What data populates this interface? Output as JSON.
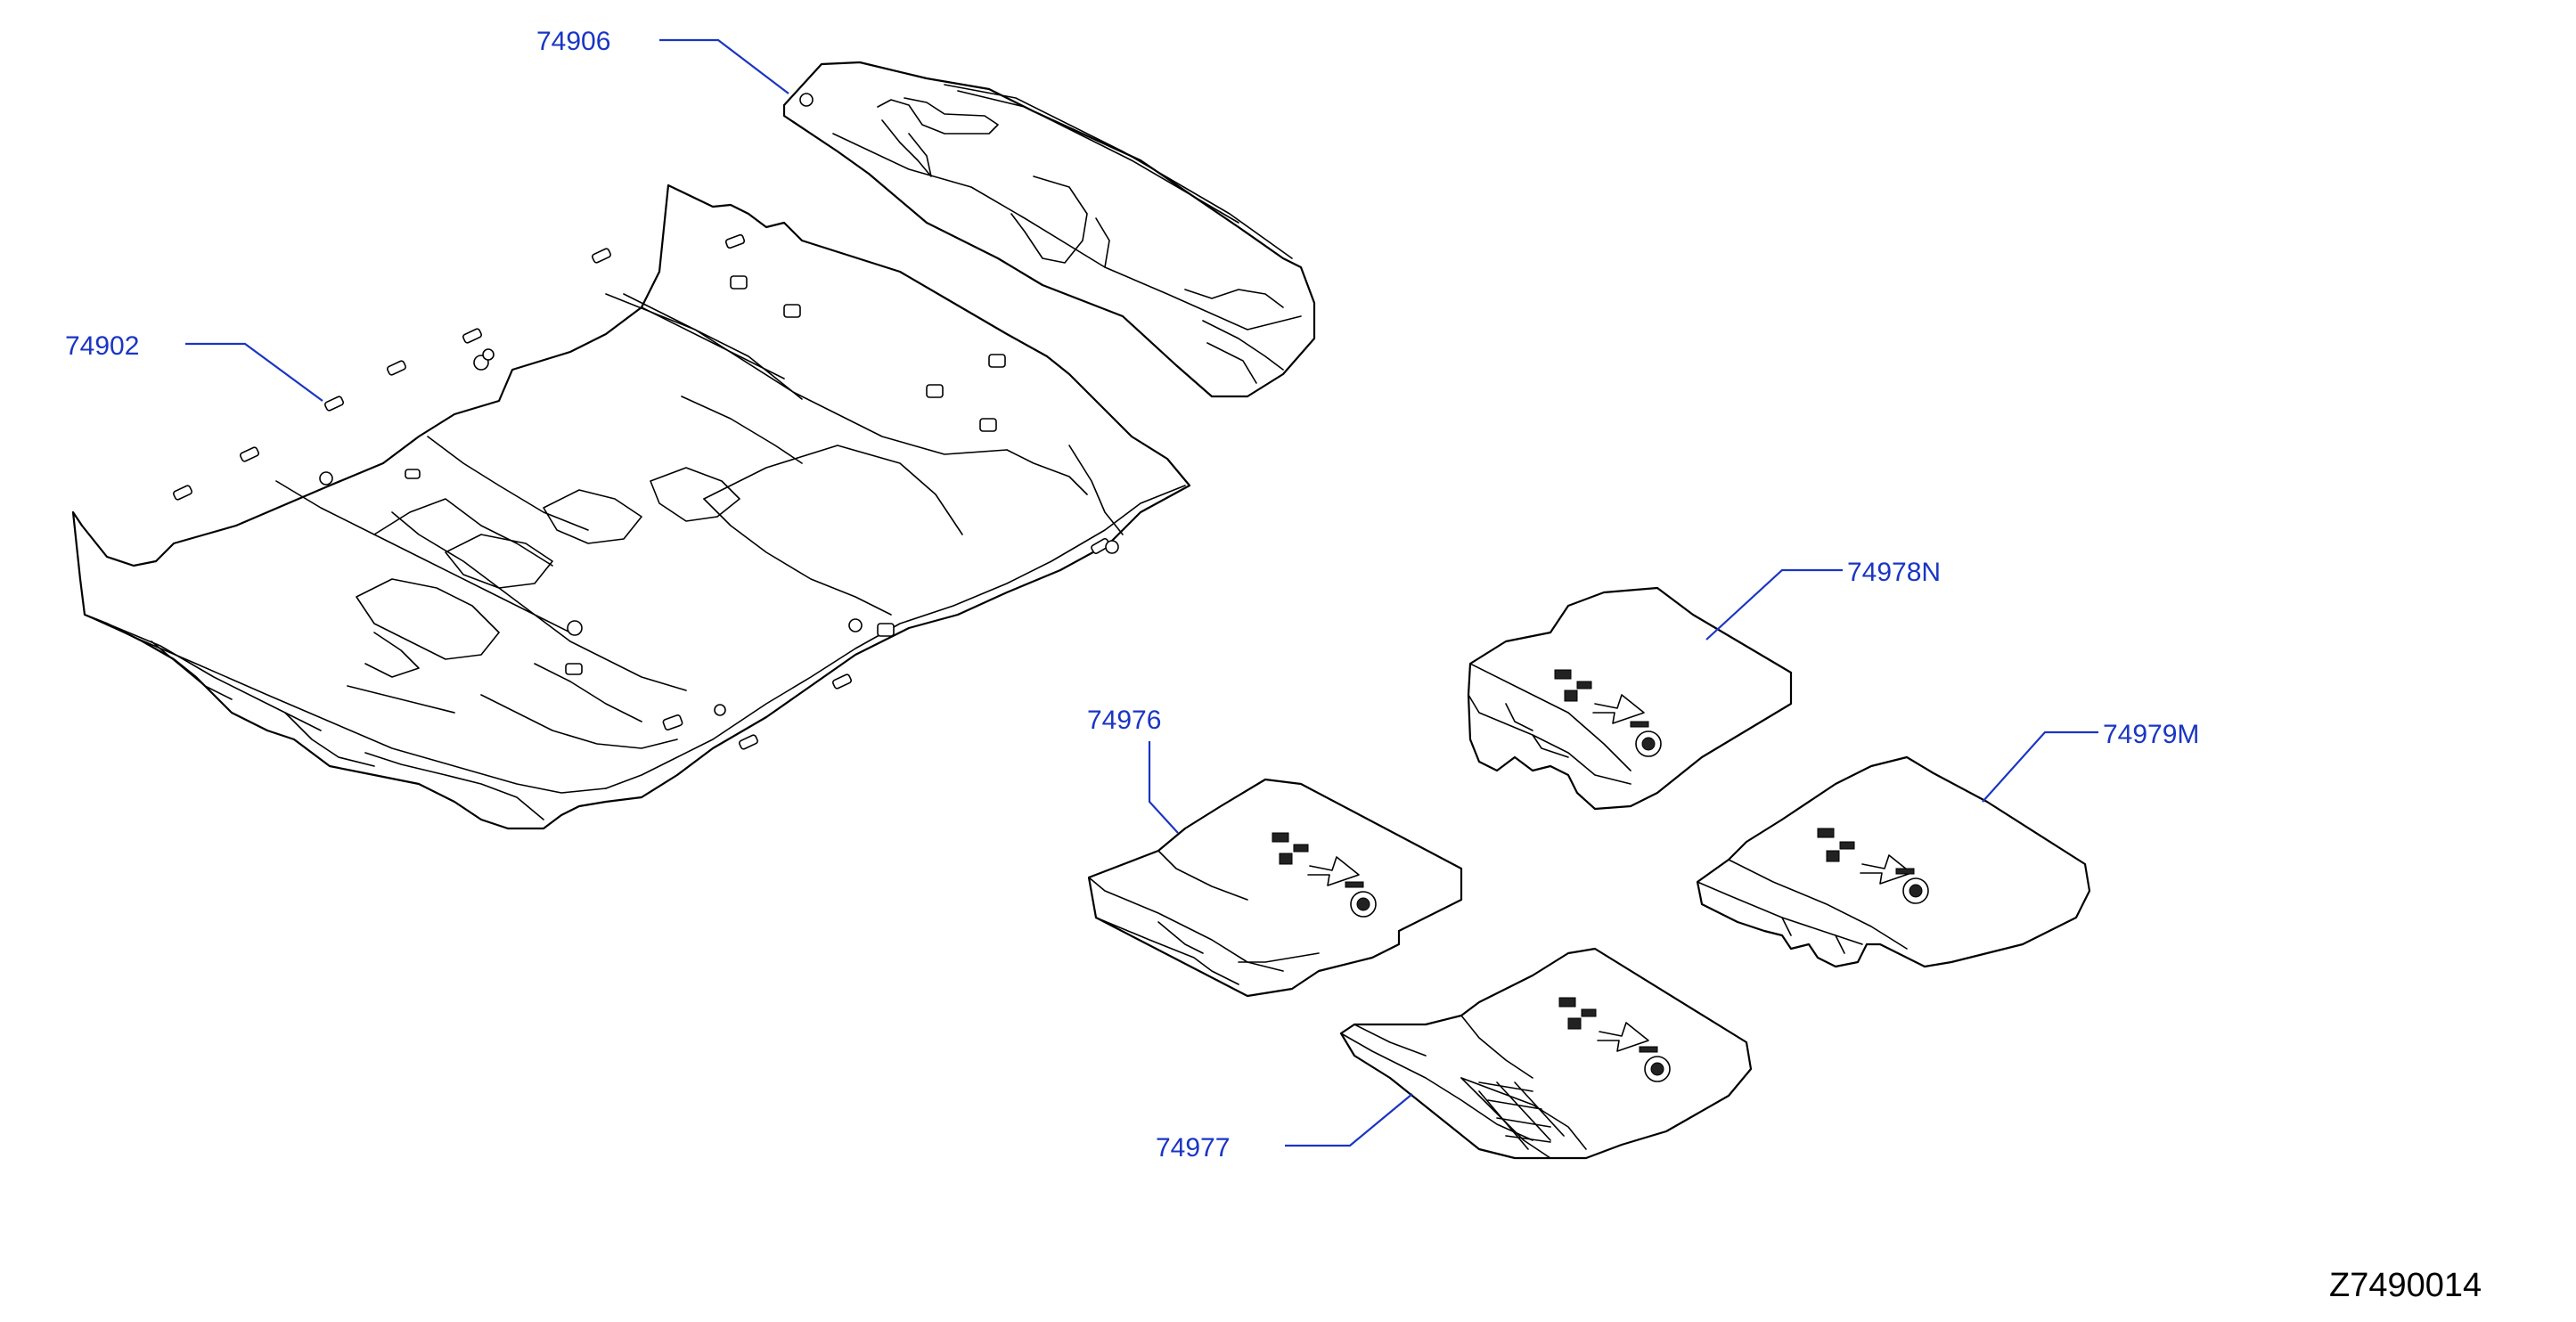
{
  "callouts": {
    "p74906": "74906",
    "p74902": "74902",
    "p74978n": "74978N",
    "p74976": "74976",
    "p74979m": "74979M",
    "p74977": "74977"
  },
  "diagram_code": "Z7490014",
  "colors": {
    "callout": "#1a35c4",
    "line": "#000000",
    "background": "#ffffff"
  }
}
